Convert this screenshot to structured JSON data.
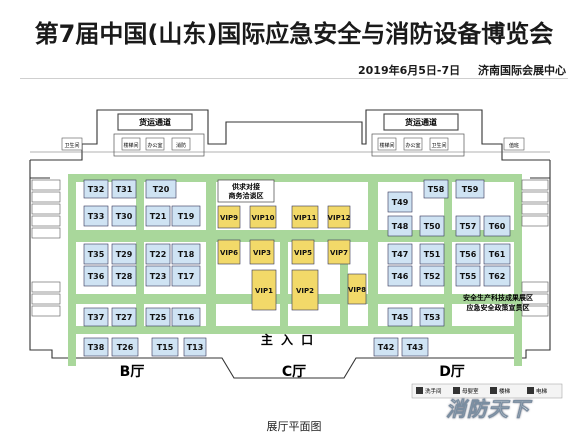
{
  "title": "第7届中国(山东)国际应急安全与消防设备博览会",
  "subtitle": {
    "date": "2019年6月5日-7日",
    "venue": "济南国际会展中心"
  },
  "caption": "展厅平面图",
  "watermark": "消防天下",
  "colors": {
    "booth": "#cfe3f3",
    "vip": "#f2d969",
    "aisle": "#a9d79b",
    "wall": "#333333"
  },
  "plan": {
    "top_labels": [
      "货运通道",
      "货运通道"
    ],
    "entrance": "主 入 口",
    "halls": [
      "B厅",
      "C厅",
      "D厅"
    ],
    "rest_area": [
      "供求对接",
      "商务洽谈区"
    ],
    "expo_area": [
      "安全生产科技成果展区",
      "应急安全政策宣贯区"
    ],
    "legend_items": [
      "洗手间",
      "母婴室",
      "楼梯",
      "电梯"
    ],
    "small_labels": [
      "卫生间",
      "楼梯间",
      "办公室",
      "消防",
      "楼梯间",
      "办公室",
      "卫生间",
      "值班"
    ]
  },
  "booths": {
    "B": [
      "T32",
      "T31",
      "T20",
      "T33",
      "T30",
      "T21",
      "T19",
      "T35",
      "T29",
      "T22",
      "T18",
      "T36",
      "T28",
      "T23",
      "T17",
      "T37",
      "T27",
      "T25",
      "T16",
      "T38",
      "T26",
      "T15",
      "T13"
    ],
    "C": [
      "VIP9",
      "VIP10",
      "VIP11",
      "VIP12",
      "VIP6",
      "VIP3",
      "VIP5",
      "VIP7",
      "VIP1",
      "VIP2",
      "VIP8"
    ],
    "D": [
      "T58",
      "T59",
      "T49",
      "T48",
      "T50",
      "T57",
      "T60",
      "T47",
      "T51",
      "T56",
      "T61",
      "T46",
      "T52",
      "T55",
      "T62",
      "T45",
      "T53",
      "T42",
      "T43"
    ]
  }
}
